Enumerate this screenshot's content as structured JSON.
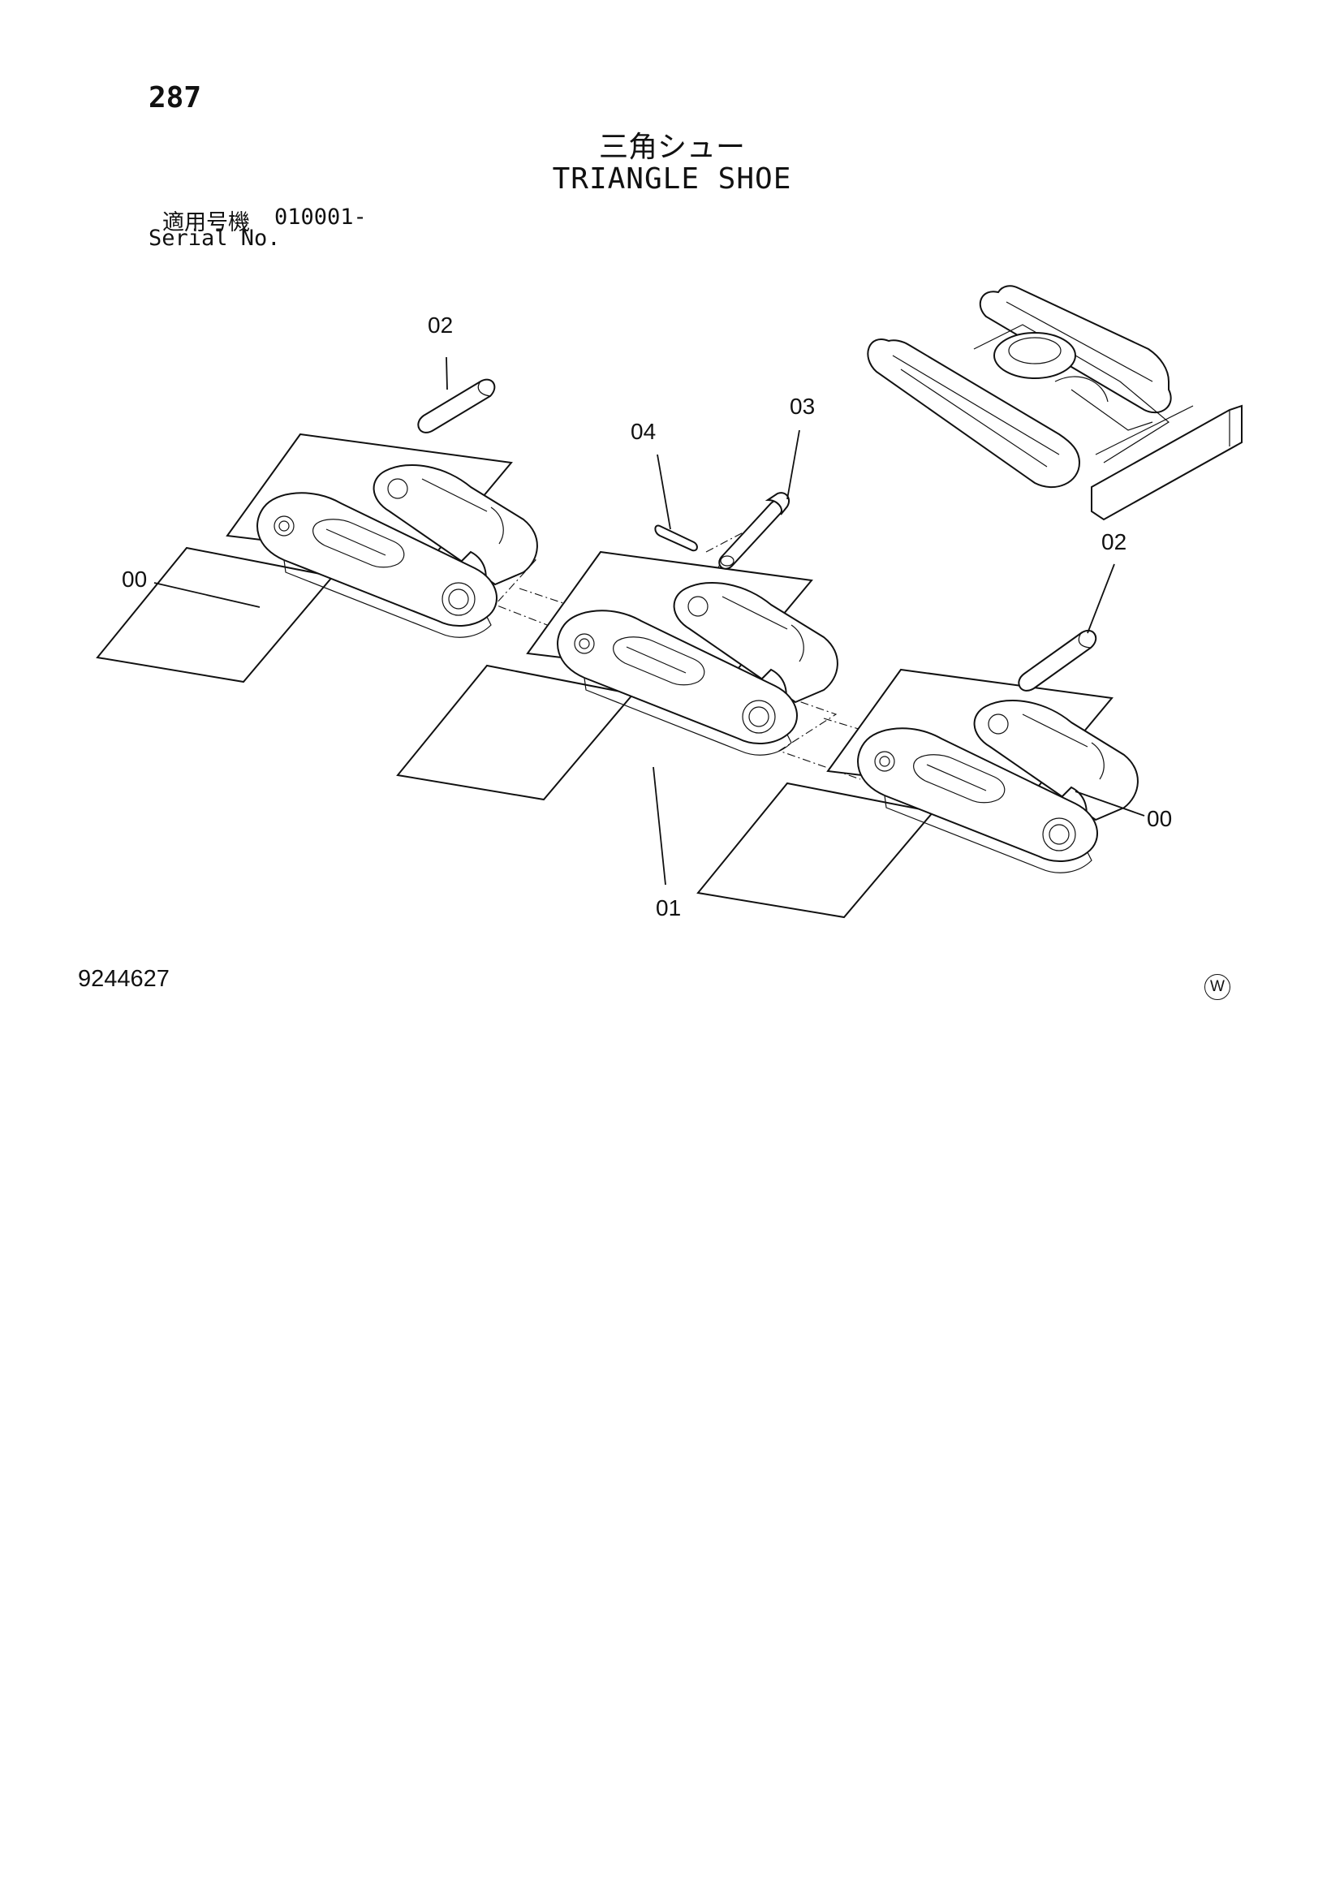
{
  "page": {
    "number": "287",
    "title_jp": "三角シュー",
    "title_en": "TRIANGLE SHOE",
    "serial_label_jp": "適用号機",
    "serial_value": "010001-",
    "serial_label_en": "Serial No.",
    "drawing_number": "9244627",
    "mark": "W"
  },
  "callouts": {
    "c00_left": "00",
    "c00_right": "00",
    "c01": "01",
    "c02_left": "02",
    "c02_right": "02",
    "c03": "03",
    "c04": "04"
  },
  "icons": [
    "triangle-shoe-link",
    "pin",
    "cotter-pin",
    "crawler-undercarriage"
  ]
}
